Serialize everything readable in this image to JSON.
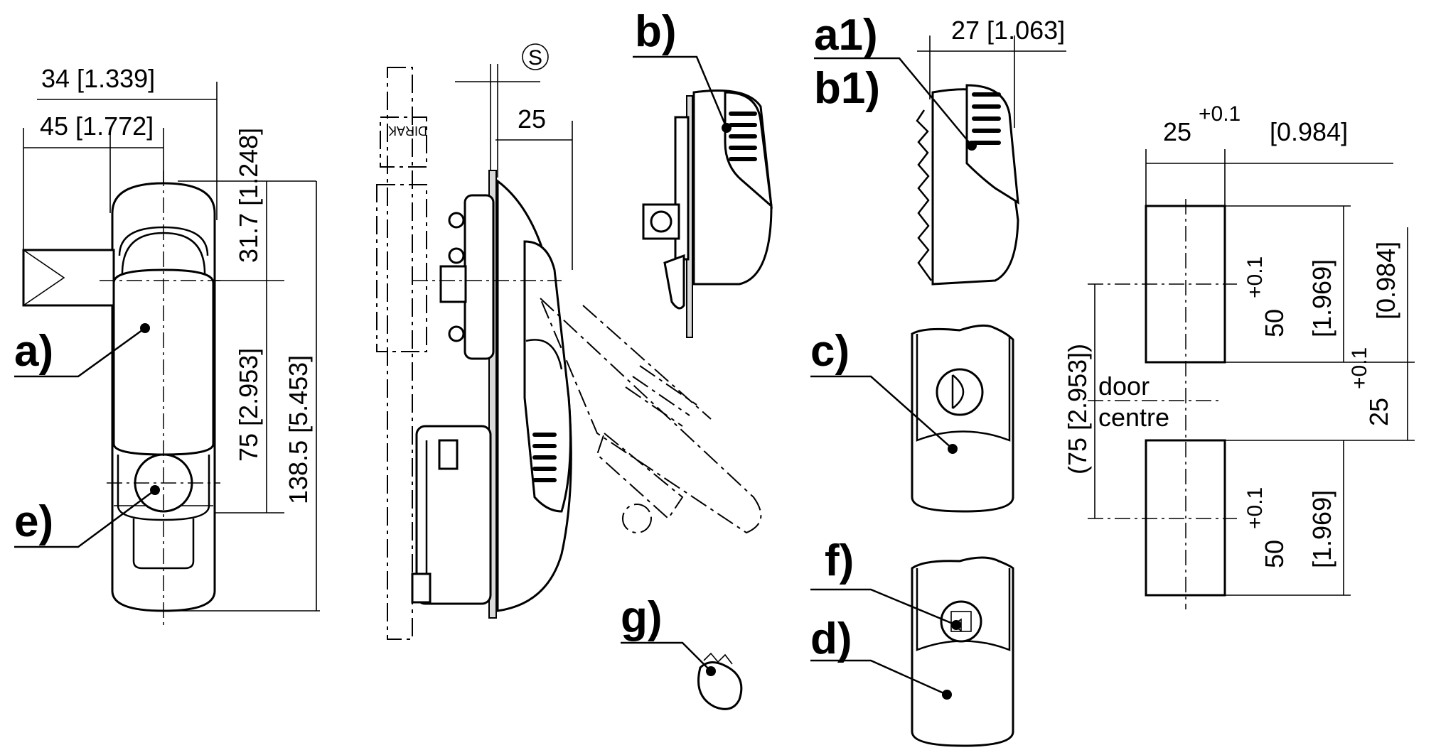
{
  "callouts": {
    "a": "a)",
    "b": "b)",
    "a1": "a1)",
    "b1": "b1)",
    "c": "c)",
    "d": "d)",
    "e": "e)",
    "f": "f)",
    "g": "g)"
  },
  "front_view": {
    "dim_34": "34 [1.339]",
    "dim_45": "45 [1.772]",
    "dim_31_7": "31.7 [1.248]",
    "dim_75": "75 [2.953]",
    "dim_138_5": "138.5 [5.453]"
  },
  "side_view": {
    "dim_s": "S",
    "dim_25": "25",
    "key_text": "DIRAK"
  },
  "variant_view": {
    "dim_27": "27 [1.063]"
  },
  "cutout": {
    "width_nominal": "25",
    "width_tol": "+0.1",
    "width_inch": "[0.984]",
    "height_nominal_upper": "50",
    "height_tol_upper": "+0.1",
    "height_inch_upper": "[1.969]",
    "gap_nominal": "25",
    "gap_tol": "+0.1",
    "gap_inch": "[0.984]",
    "pitch": "(75 [2.953])",
    "door_label": "door",
    "centre_label": "centre",
    "height_nominal_lower": "50",
    "height_tol_lower": "+0.1",
    "height_inch_lower": "[1.969]"
  }
}
